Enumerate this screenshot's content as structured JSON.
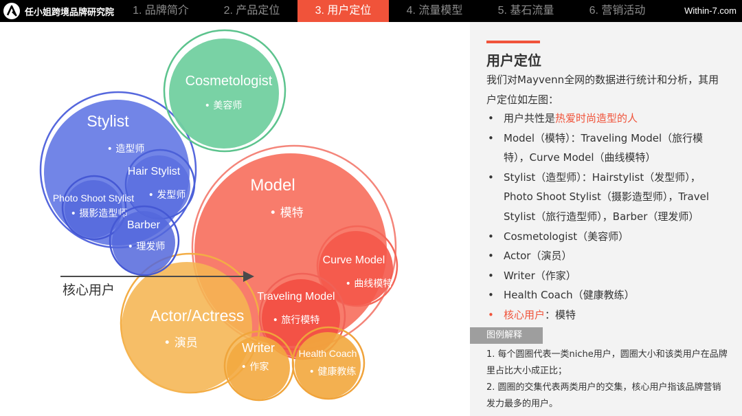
{
  "header": {
    "brand": "任小姐跨境品牌研究院",
    "tabs": [
      {
        "label": "1. 品牌简介",
        "active": false
      },
      {
        "label": "2. 产品定位",
        "active": false
      },
      {
        "label": "3. 用户定位",
        "active": true
      },
      {
        "label": "4. 流量模型",
        "active": false
      },
      {
        "label": "5. 基石流量",
        "active": false
      },
      {
        "label": "6. 营销活动",
        "active": false
      }
    ],
    "site": "Within-7.com"
  },
  "colors": {
    "accent": "#f0533a",
    "model": "#f5675a",
    "stylist": "#5f73e3",
    "cosmetologist": "#6fcf99",
    "actor": "#f4b24e"
  },
  "diagram": {
    "core_label": "核心用户",
    "circles": [
      {
        "id": "stylist",
        "title": "Stylist",
        "sub": "• 造型师",
        "color": "#6a7ee6",
        "ring": "#5567dd"
      },
      {
        "id": "cosmetologist",
        "title": "Cosmetologist",
        "sub": "• 美容师",
        "color": "#72d0a0",
        "ring": "#5cc38d"
      },
      {
        "id": "model",
        "title": "Model",
        "sub": "• 模特",
        "color": "#f7715f",
        "ring": "#f4857a"
      },
      {
        "id": "actor",
        "title": "Actor/Actress",
        "sub": "• 演员",
        "color": "#f5b552",
        "ring": "#f3ad45"
      },
      {
        "id": "hair-stylist",
        "title": "Hair Stylist",
        "sub": "• 发型师",
        "color": "#5a6fdf",
        "ring": "#4b60d8"
      },
      {
        "id": "photo-shoot-stylist",
        "title": "Photo Shoot Stylist",
        "sub": "• 摄影造型师",
        "color": "#5569dc",
        "ring": "#4558d4"
      },
      {
        "id": "barber",
        "title": "Barber",
        "sub": "• 理发师",
        "color": "#5367dc",
        "ring": "#4558d4"
      },
      {
        "id": "curve-model",
        "title": "Curve Model",
        "sub": "• 曲线模特",
        "color": "#f4584a",
        "ring": "#f46658"
      },
      {
        "id": "traveling-model",
        "title": "Traveling Model",
        "sub": "• 旅行模特",
        "color": "#f24e43",
        "ring": "#f06257"
      },
      {
        "id": "writer",
        "title": "Writer",
        "sub": "• 作家",
        "color": "#f3a93f",
        "ring": "#f0a53b"
      },
      {
        "id": "health-coach",
        "title": "Health Coach",
        "sub": "• 健康教练",
        "color": "#f2a73d",
        "ring": "#f0a33b"
      }
    ]
  },
  "panel": {
    "title": "用户定位",
    "intro": "我们对Mayvenn全网的数据进行统计和分析，其用户定位如左图：",
    "bullets": [
      {
        "text": "用户共性是",
        "highlight": "热爱时尚造型的人"
      },
      {
        "text": "Model（模特）：Traveling Model（旅行模特），Curve Model（曲线模特）"
      },
      {
        "text": "Stylist（造型师）：Hairstylist（发型师），Photo Shoot Stylist（摄影造型师），Travel Stylist（旅行造型师），Barber（理发师）"
      },
      {
        "text": "Cosmetologist（美容师）"
      },
      {
        "text": "Actor（演员）"
      },
      {
        "text": "Writer（作家）"
      },
      {
        "text": "Health Coach（健康教练）"
      }
    ],
    "core": {
      "label": "核心用户",
      "text": "：模特"
    },
    "legend_title": "图例解释",
    "legend_notes": [
      "1. 每个圆圈代表一类niche用户，圆圈大小和该类用户在品牌里占比大小成正比；",
      "2. 圆圈的交集代表两类用户的交集，核心用户指该品牌营销发力最多的用户。"
    ]
  }
}
